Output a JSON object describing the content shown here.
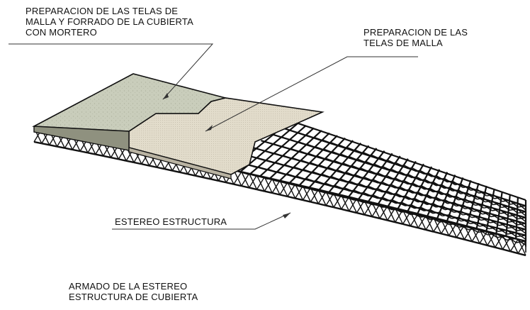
{
  "labels": {
    "mortar_layer": {
      "lines": [
        "PREPARACION DE LAS TELAS DE",
        "MALLA Y FORRADO DE LA CUBIERTA",
        "CON MORTERO"
      ]
    },
    "mesh_layer": {
      "lines": [
        "PREPARACION DE LAS",
        "TELAS DE MALLA"
      ]
    },
    "space_frame": {
      "lines": [
        "ESTEREO ESTRUCTURA"
      ]
    },
    "assembly_caption": {
      "lines": [
        "ARMADO DE LA ESTEREO",
        "ESTRUCTURA DE CUBIERTA"
      ]
    }
  },
  "colors": {
    "mortar_fill": "#c9cdbb",
    "mesh_fill": "#e2dccb",
    "frame_stroke": "#111111",
    "leader_line": "#333333",
    "background": "#ffffff"
  }
}
